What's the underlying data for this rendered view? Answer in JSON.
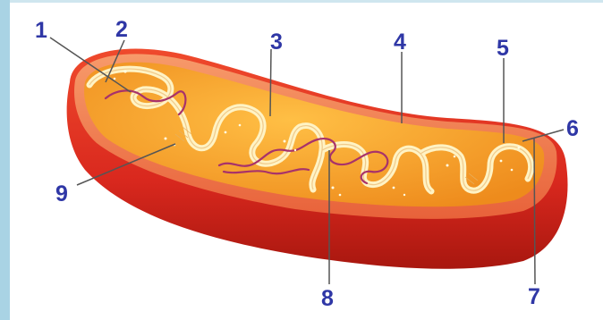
{
  "diagram": {
    "labels": [
      {
        "id": "1",
        "text": "1"
      },
      {
        "id": "2",
        "text": "2"
      },
      {
        "id": "3",
        "text": "3"
      },
      {
        "id": "4",
        "text": "4"
      },
      {
        "id": "5",
        "text": "5"
      },
      {
        "id": "6",
        "text": "6"
      },
      {
        "id": "7",
        "text": "7"
      },
      {
        "id": "8",
        "text": "8"
      },
      {
        "id": "9",
        "text": "9"
      }
    ],
    "colors": {
      "outer_membrane": "#d9281e",
      "outer_membrane_dark": "#a8170f",
      "inner_membrane": "#fff3c4",
      "matrix": "#f7a628",
      "intermembrane_space": "#f4743a",
      "dna": "#a8326a",
      "label": "#2f37a6",
      "leader_line": "#555555"
    }
  }
}
